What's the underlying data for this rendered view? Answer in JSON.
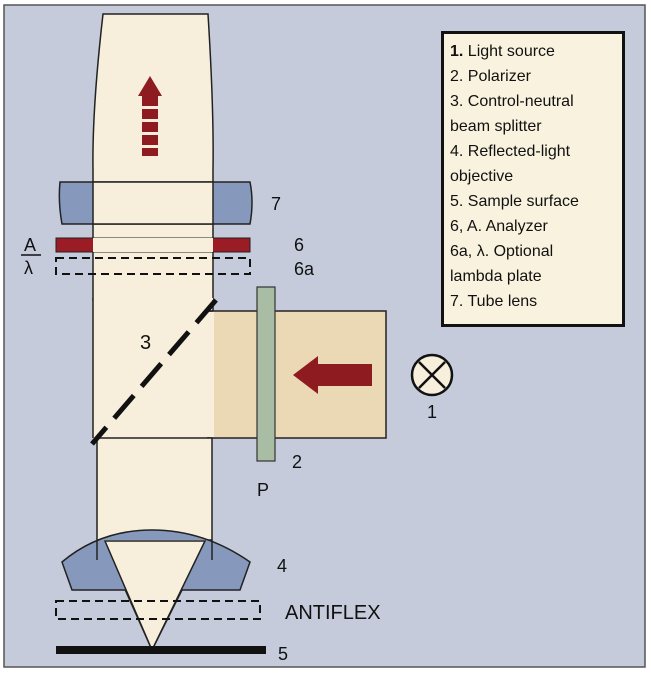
{
  "diagram": {
    "labels": {
      "seven": "7",
      "six": "6",
      "six_a": "6a",
      "a_symbol": "A",
      "lambda_symbol": "λ",
      "three": "3",
      "one": "1",
      "two": "2",
      "p": "P",
      "four": "4",
      "antiflex": "ANTIFLEX",
      "five": "5"
    },
    "legend": [
      {
        "num": "1.",
        "text": " Light source"
      },
      {
        "num": "2.",
        "text": " Polarizer"
      },
      {
        "num": "3.",
        "text": " Control-neutral"
      },
      {
        "num": "",
        "text": "beam splitter"
      },
      {
        "num": "4.",
        "text": " Reflected-light"
      },
      {
        "num": "",
        "text": "objective"
      },
      {
        "num": "5.",
        "text": " Sample surface"
      },
      {
        "num": "6,",
        "text": " A. Analyzer"
      },
      {
        "num": "6a,",
        "text": " λ. Optional"
      },
      {
        "num": "",
        "text": "lambda plate"
      },
      {
        "num": "7.",
        "text": " Tube lens"
      }
    ],
    "colors": {
      "background": "#c5cbda",
      "beam": "#f7eedc",
      "beam_side": "#ead9b4",
      "lens": "#8699bc",
      "arrow": "#8e1b1f",
      "analyzer": "#9c1c25",
      "polarizer": "#a9bca4"
    }
  }
}
